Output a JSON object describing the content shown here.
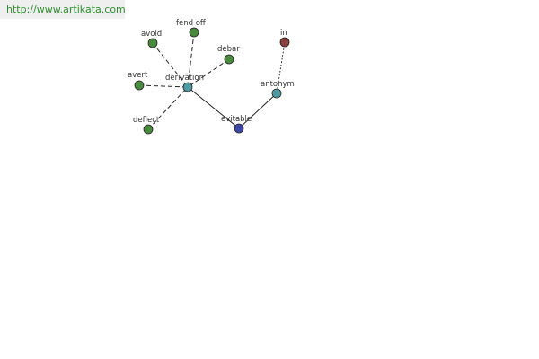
{
  "watermark": {
    "url": "http://www.artikata.com"
  },
  "graph": {
    "nodes": [
      {
        "id": "evitable",
        "label": "evitable",
        "color": "#3f47a8"
      },
      {
        "id": "derivation",
        "label": "derivation",
        "color": "#4f9aa3"
      },
      {
        "id": "antonym",
        "label": "antonym",
        "color": "#4f9aa3"
      },
      {
        "id": "in",
        "label": "in",
        "color": "#8b3f3f"
      },
      {
        "id": "avoid",
        "label": "avoid",
        "color": "#4a8a3f"
      },
      {
        "id": "fend_off",
        "label": "fend off",
        "color": "#4a8a3f"
      },
      {
        "id": "debar",
        "label": "debar",
        "color": "#4a8a3f"
      },
      {
        "id": "avert",
        "label": "avert",
        "color": "#4a8a3f"
      },
      {
        "id": "deflect",
        "label": "deflect",
        "color": "#4a8a3f"
      }
    ],
    "edges": [
      {
        "from": "derivation",
        "to": "evitable",
        "style": "solid"
      },
      {
        "from": "antonym",
        "to": "evitable",
        "style": "solid"
      },
      {
        "from": "in",
        "to": "antonym",
        "style": "dotted"
      },
      {
        "from": "avoid",
        "to": "derivation",
        "style": "dashed"
      },
      {
        "from": "fend_off",
        "to": "derivation",
        "style": "dashed"
      },
      {
        "from": "debar",
        "to": "derivation",
        "style": "dashed"
      },
      {
        "from": "avert",
        "to": "derivation",
        "style": "dashed"
      },
      {
        "from": "deflect",
        "to": "derivation",
        "style": "dashed"
      }
    ]
  }
}
